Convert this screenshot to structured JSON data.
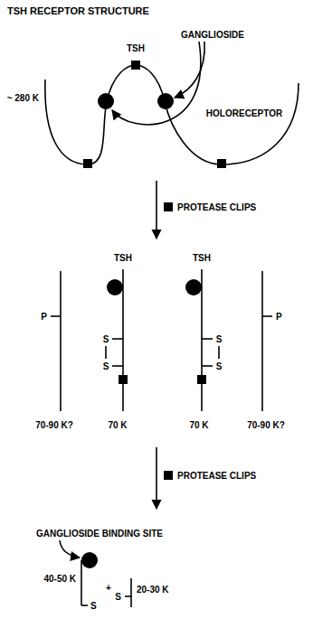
{
  "diagram": {
    "title": "TSH RECEPTOR STRUCTURE",
    "labels": [
      "TSH",
      "GANGLIOSIDE",
      "~ 280 K",
      "HOLORECEPTOR",
      "PROTEASE CLIPS",
      "TSH",
      "TSH",
      "P",
      "S",
      "S",
      "S",
      "S",
      "P",
      "70-90 K?",
      "70 K",
      "70 K",
      "70-90 K?",
      "PROTEASE CLIPS",
      "GANGLIOSIDE BINDING SITE",
      "40-50 K",
      "S",
      "+",
      "S",
      "20-30 K"
    ]
  }
}
